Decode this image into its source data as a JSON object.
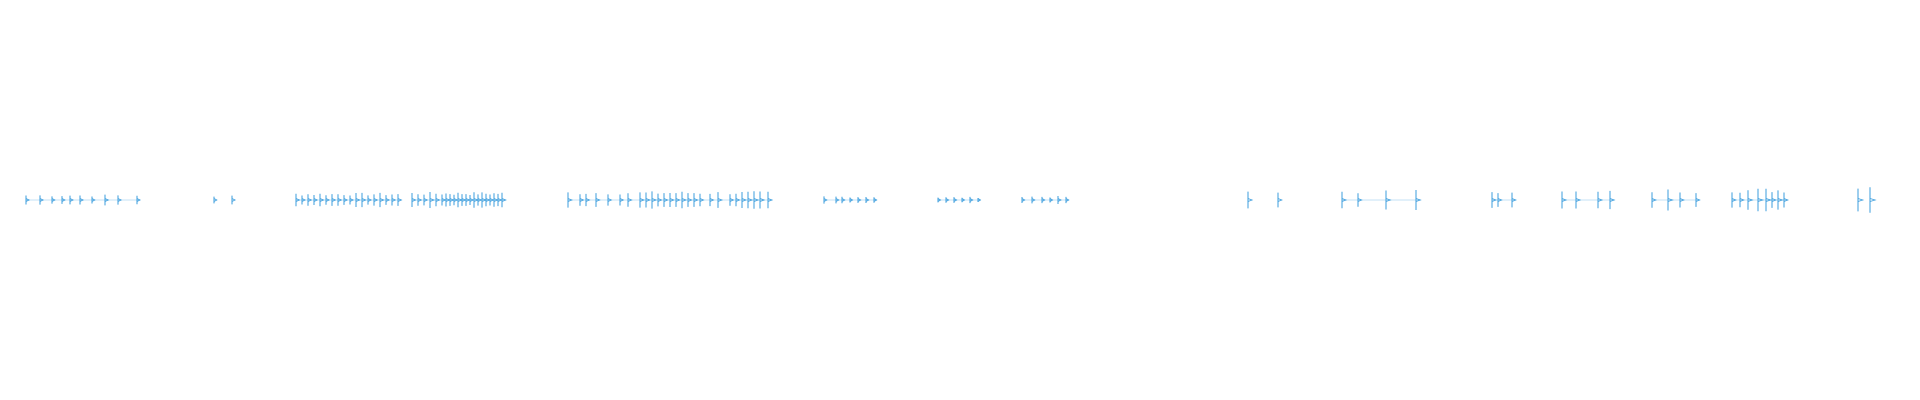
{
  "waveform": {
    "color": "#3b9ddd",
    "background": "#ffffff",
    "baseline": "centered",
    "duration_units": 1920,
    "segments": [
      {
        "t": [
          26,
          40,
          52,
          62,
          70,
          80,
          92,
          105,
          118,
          137
        ],
        "a": 0.35
      },
      {
        "t": [
          214,
          232
        ],
        "a": 0.3
      },
      {
        "t": [
          296,
          302,
          308,
          314,
          320,
          326,
          332,
          338,
          344,
          350,
          356,
          362,
          368,
          374,
          380,
          386,
          392,
          398
        ],
        "a": 0.45
      },
      {
        "t": [
          412,
          418,
          424,
          430,
          436,
          442,
          446,
          450,
          454,
          458,
          462,
          466,
          470,
          474,
          478,
          482,
          486,
          490,
          494,
          498,
          502
        ],
        "a": 0.5
      },
      {
        "t": [
          568,
          580,
          586,
          596,
          608,
          620,
          628,
          640,
          646,
          652,
          658,
          664,
          670,
          676,
          682,
          688,
          694,
          700,
          710,
          718,
          730,
          736,
          742,
          748,
          754,
          760,
          768
        ],
        "a": 0.55
      },
      {
        "t": [
          824,
          836,
          842,
          850,
          858,
          866,
          874
        ],
        "a": 0.25
      },
      {
        "t": [
          938,
          946,
          954,
          962,
          970,
          978
        ],
        "a": 0.2
      },
      {
        "t": [
          1022,
          1032,
          1042,
          1050,
          1058,
          1066
        ],
        "a": 0.25
      },
      {
        "t": [
          1248,
          1278
        ],
        "a": 0.55
      },
      {
        "t": [
          1342,
          1358,
          1386,
          1416
        ],
        "a": 0.65
      },
      {
        "t": [
          1492,
          1498,
          1512
        ],
        "a": 0.7
      },
      {
        "t": [
          1562,
          1576,
          1598,
          1610
        ],
        "a": 0.6
      },
      {
        "t": [
          1652,
          1668,
          1680,
          1696
        ],
        "a": 0.7
      },
      {
        "t": [
          1732,
          1740,
          1748,
          1758,
          1766,
          1772,
          1778,
          1784
        ],
        "a": 0.75
      },
      {
        "t": [
          1858,
          1870
        ],
        "a": 1.0
      }
    ]
  }
}
